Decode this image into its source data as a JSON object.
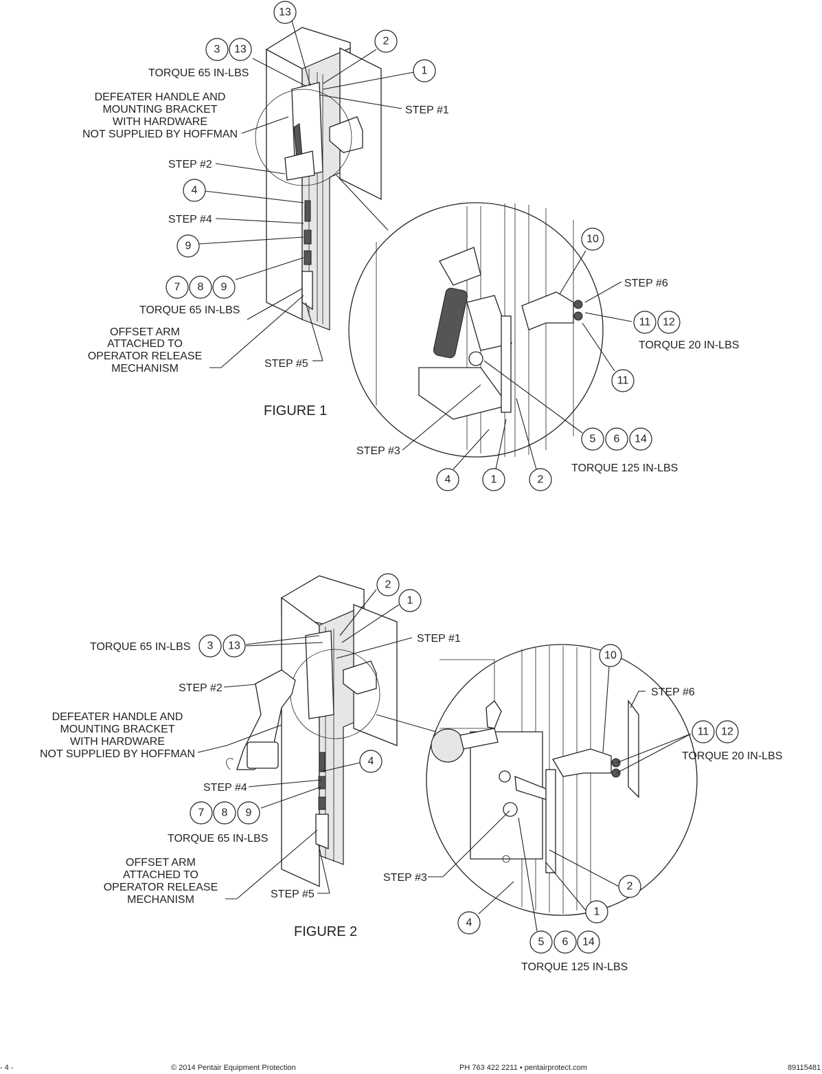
{
  "figure1": {
    "title": "FIGURE 1",
    "labels": {
      "torque_top": "TORQUE 65 IN-LBS",
      "defeater": [
        "DEFEATER HANDLE AND",
        "MOUNTING BRACKET",
        "WITH HARDWARE",
        "NOT SUPPLIED BY HOFFMAN"
      ],
      "step1": "STEP #1",
      "step2": "STEP #2",
      "step3": "STEP #3",
      "step4": "STEP #4",
      "step5": "STEP #5",
      "step6": "STEP #6",
      "torque_mid": "TORQUE 65 IN-LBS",
      "offset_arm": [
        "OFFSET ARM",
        "ATTACHED TO",
        "OPERATOR RELEASE",
        "MECHANISM"
      ],
      "torque_20": "TORQUE 20 IN-LBS",
      "torque_125": "TORQUE 125 IN-LBS"
    },
    "callouts": {
      "c13_top": "13",
      "c3": "3",
      "c13": "13",
      "c2": "2",
      "c1": "1",
      "c4": "4",
      "c9": "9",
      "c7": "7",
      "c8": "8",
      "c9b": "9",
      "c10": "10",
      "c11": "11",
      "c12": "12",
      "c11b": "11",
      "c5": "5",
      "c6": "6",
      "c14": "14",
      "c4b": "4",
      "c1b": "1",
      "c2b": "2"
    }
  },
  "figure2": {
    "title": "FIGURE 2",
    "labels": {
      "torque_top": "TORQUE 65 IN-LBS",
      "step1": "STEP #1",
      "step2": "STEP #2",
      "step3": "STEP #3",
      "step4": "STEP #4",
      "step5": "STEP #5",
      "step6": "STEP #6",
      "defeater": [
        "DEFEATER HANDLE AND",
        "MOUNTING BRACKET",
        "WITH HARDWARE",
        "NOT SUPPLIED BY HOFFMAN"
      ],
      "torque_mid": "TORQUE 65 IN-LBS",
      "offset_arm": [
        "OFFSET ARM",
        "ATTACHED TO",
        "OPERATOR RELEASE",
        "MECHANISM"
      ],
      "torque_20": "TORQUE 20 IN-LBS",
      "torque_125": "TORQUE 125 IN-LBS"
    },
    "callouts": {
      "c2": "2",
      "c1": "1",
      "c3": "3",
      "c13": "13",
      "c4": "4",
      "c7": "7",
      "c8": "8",
      "c9": "9",
      "c10": "10",
      "c11": "11",
      "c12": "12",
      "c2b": "2",
      "c1b": "1",
      "c4b": "4",
      "c5": "5",
      "c6": "6",
      "c14": "14"
    }
  },
  "footer": {
    "page": "- 4 -",
    "copyright": "© 2014 Pentair Equipment Protection",
    "contact": "PH 763 422 2211  •  pentairprotect.com",
    "doc_number": "89115481"
  }
}
